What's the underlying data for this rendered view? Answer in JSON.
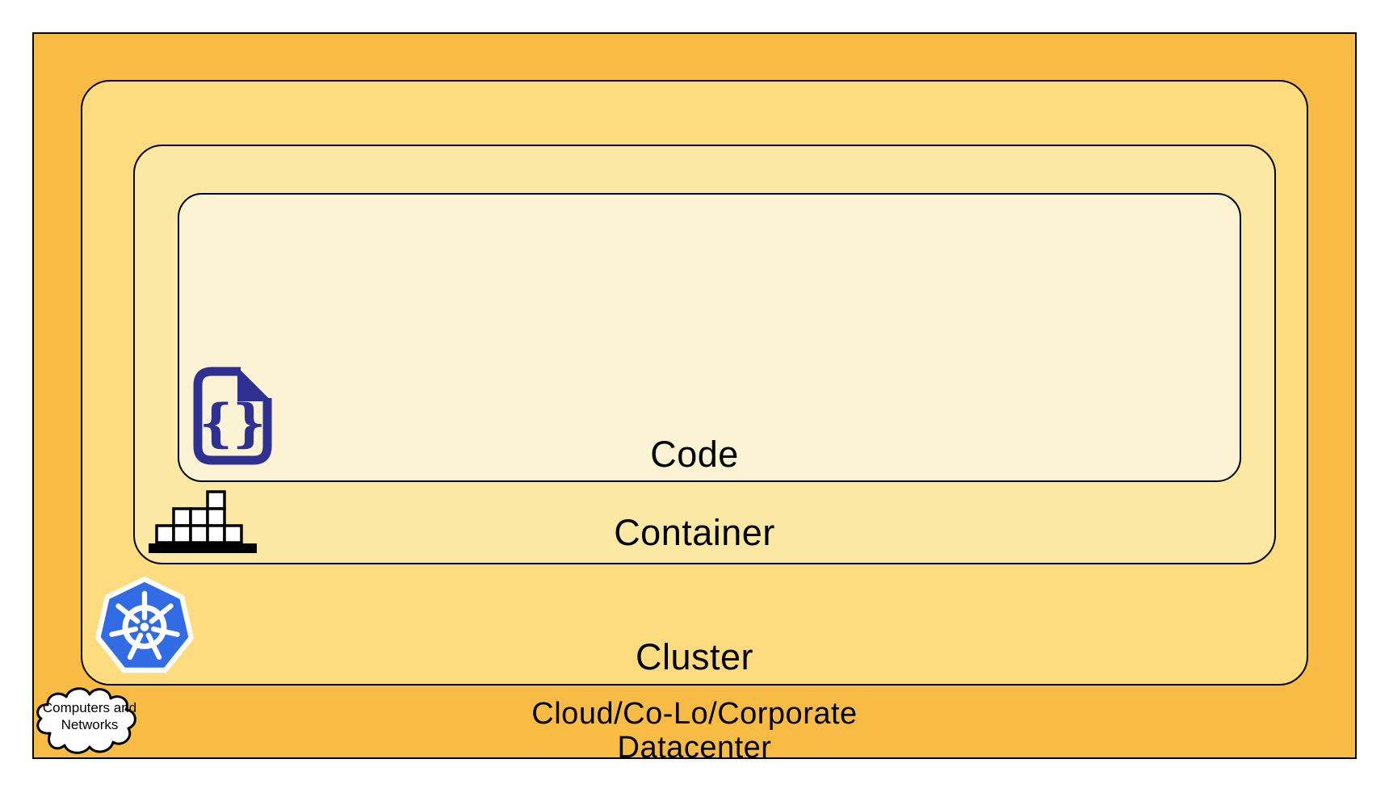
{
  "diagram": {
    "type": "nested-layers-architecture",
    "code": {
      "label": "Code"
    },
    "container": {
      "label": "Container"
    },
    "cluster": {
      "label": "Cluster"
    },
    "datacenter": {
      "label_line1": "Cloud/Co-Lo/Corporate",
      "label_line2": "Datacenter"
    },
    "cloud_callout": {
      "line1": "Computers and",
      "line2": "Networks"
    },
    "icon_names": {
      "code": "code-file-icon",
      "container": "container-stack-icon",
      "cluster": "kubernetes-icon",
      "datacenter": "computers-networks-cloud-icon"
    },
    "colors": {
      "datacenter_fill": "#F8BC45",
      "cluster_fill": "#FDDC80",
      "container_fill": "#FBE8A3",
      "code_fill": "#FCF3D5",
      "icon_navy": "#2E3192",
      "kubernetes_blue": "#326CE5",
      "outline": "#000000"
    }
  }
}
